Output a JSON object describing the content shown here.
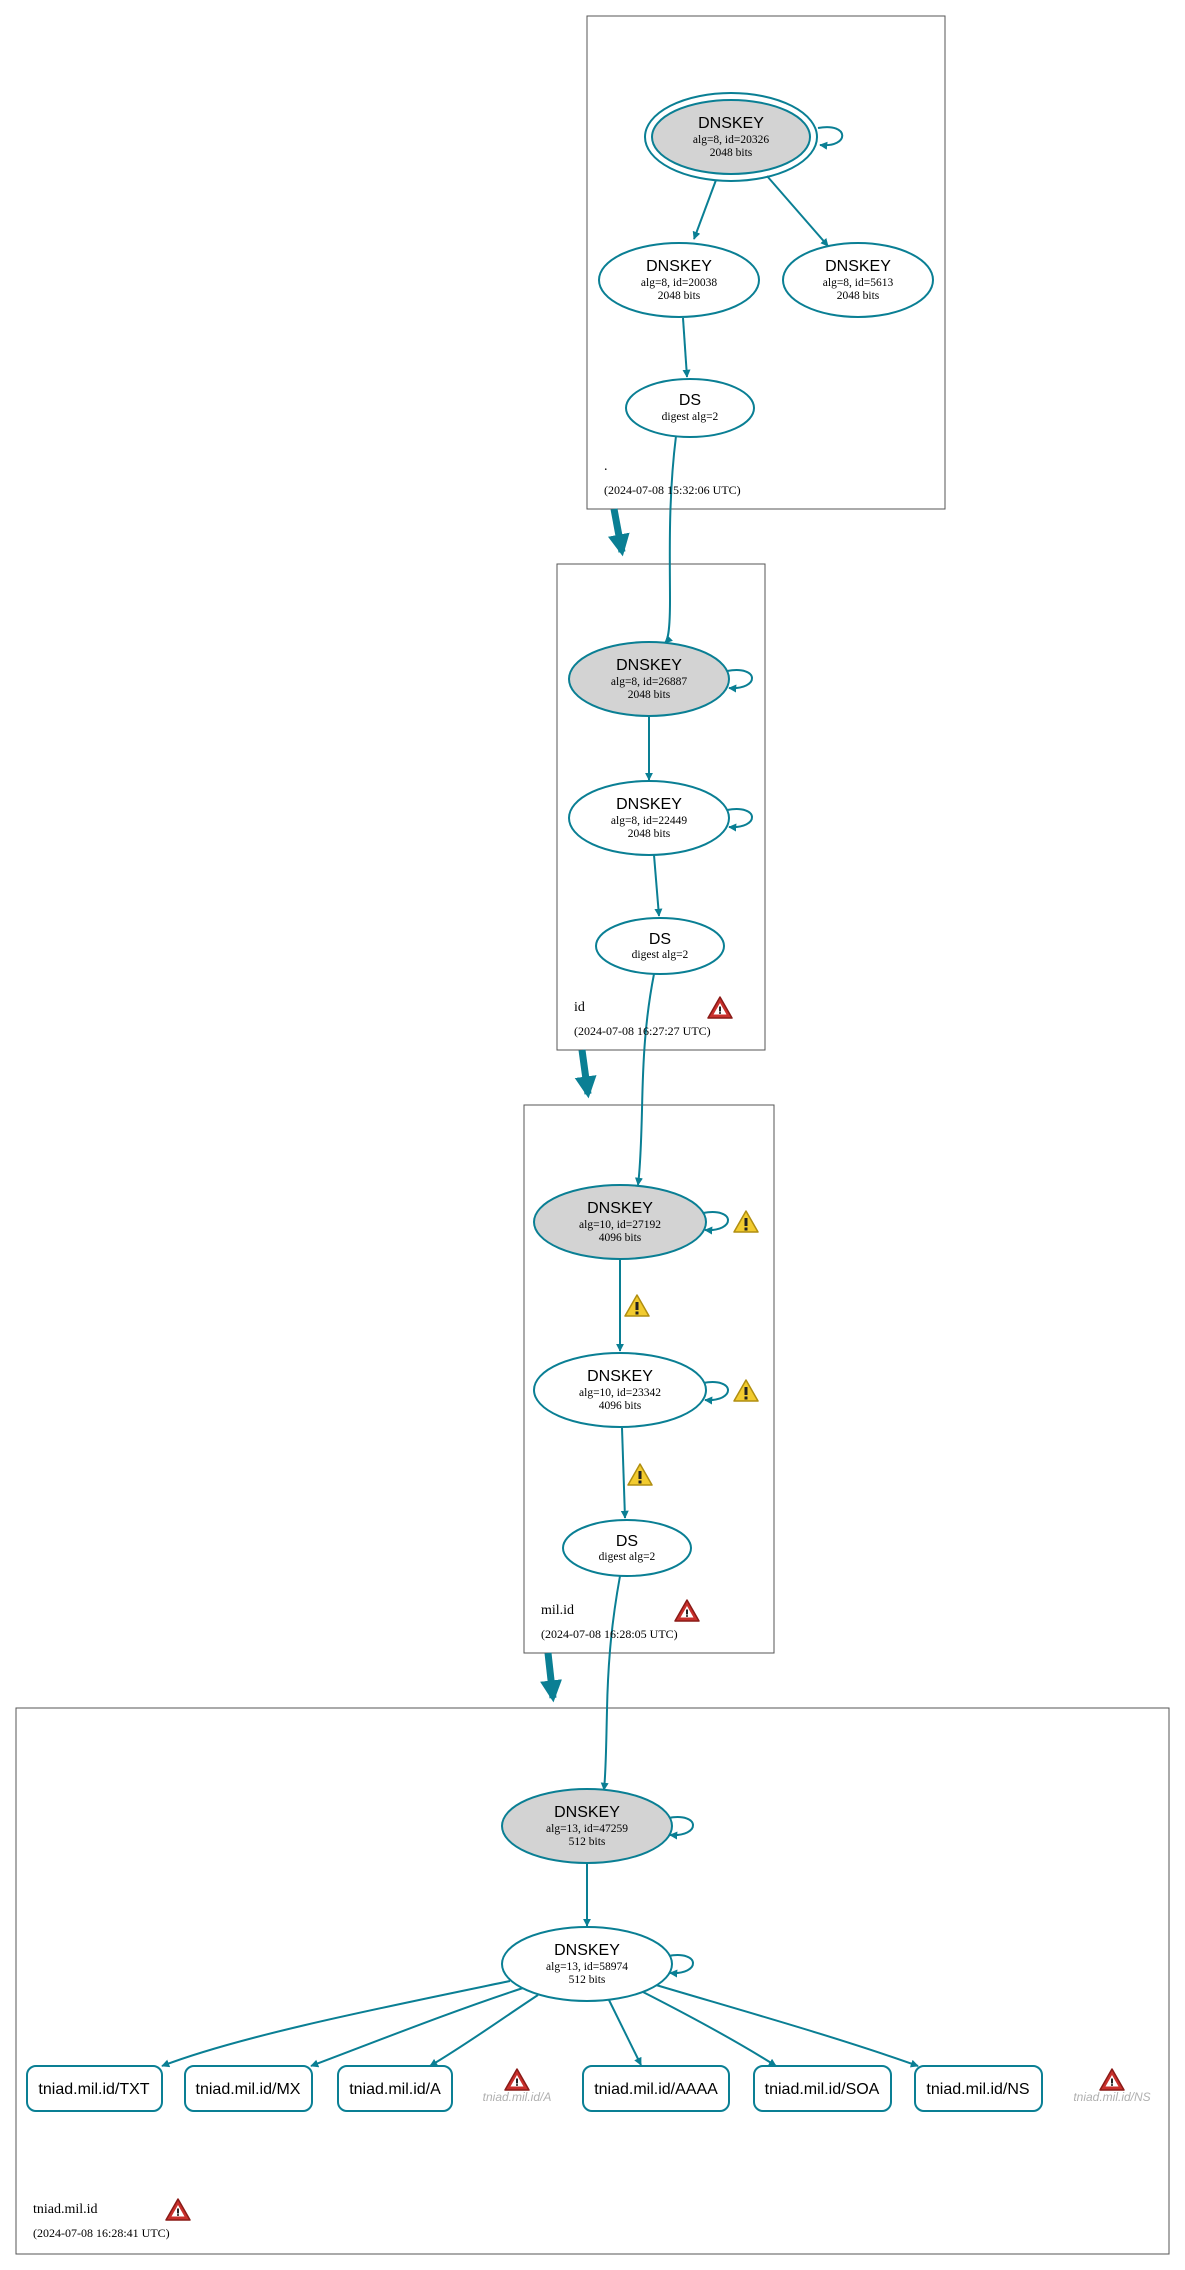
{
  "colors": {
    "edge": "#0a7f94",
    "zone_border": "#555555",
    "ksk_fill": "#d3d3d3",
    "warning_yellow": "#f2cb2f",
    "error_red": "#c9302c",
    "ghost_text": "#b0b0b0"
  },
  "zones": [
    {
      "name": ".",
      "date": "(2024-07-08 15:32:06 UTC)",
      "nodes": [
        {
          "title": "DNSKEY",
          "line1": "alg=8, id=20326",
          "line2": "2048 bits"
        },
        {
          "title": "DNSKEY",
          "line1": "alg=8, id=20038",
          "line2": "2048 bits"
        },
        {
          "title": "DNSKEY",
          "line1": "alg=8, id=5613",
          "line2": "2048 bits"
        },
        {
          "title": "DS",
          "line1": "digest alg=2"
        }
      ]
    },
    {
      "name": "id",
      "date": "(2024-07-08 16:27:27 UTC)",
      "nodes": [
        {
          "title": "DNSKEY",
          "line1": "alg=8, id=26887",
          "line2": "2048 bits"
        },
        {
          "title": "DNSKEY",
          "line1": "alg=8, id=22449",
          "line2": "2048 bits"
        },
        {
          "title": "DS",
          "line1": "digest alg=2"
        }
      ]
    },
    {
      "name": "mil.id",
      "date": "(2024-07-08 16:28:05 UTC)",
      "nodes": [
        {
          "title": "DNSKEY",
          "line1": "alg=10, id=27192",
          "line2": "4096 bits"
        },
        {
          "title": "DNSKEY",
          "line1": "alg=10, id=23342",
          "line2": "4096 bits"
        },
        {
          "title": "DS",
          "line1": "digest alg=2"
        }
      ]
    },
    {
      "name": "tniad.mil.id",
      "date": "(2024-07-08 16:28:41 UTC)",
      "nodes": [
        {
          "title": "DNSKEY",
          "line1": "alg=13, id=47259",
          "line2": "512 bits"
        },
        {
          "title": "DNSKEY",
          "line1": "alg=13, id=58974",
          "line2": "512 bits"
        }
      ],
      "rrsets": [
        "tniad.mil.id/TXT",
        "tniad.mil.id/MX",
        "tniad.mil.id/A",
        "tniad.mil.id/AAAA",
        "tniad.mil.id/SOA",
        "tniad.mil.id/NS"
      ],
      "ghost_rrsets": [
        "tniad.mil.id/A",
        "tniad.mil.id/NS"
      ]
    }
  ]
}
